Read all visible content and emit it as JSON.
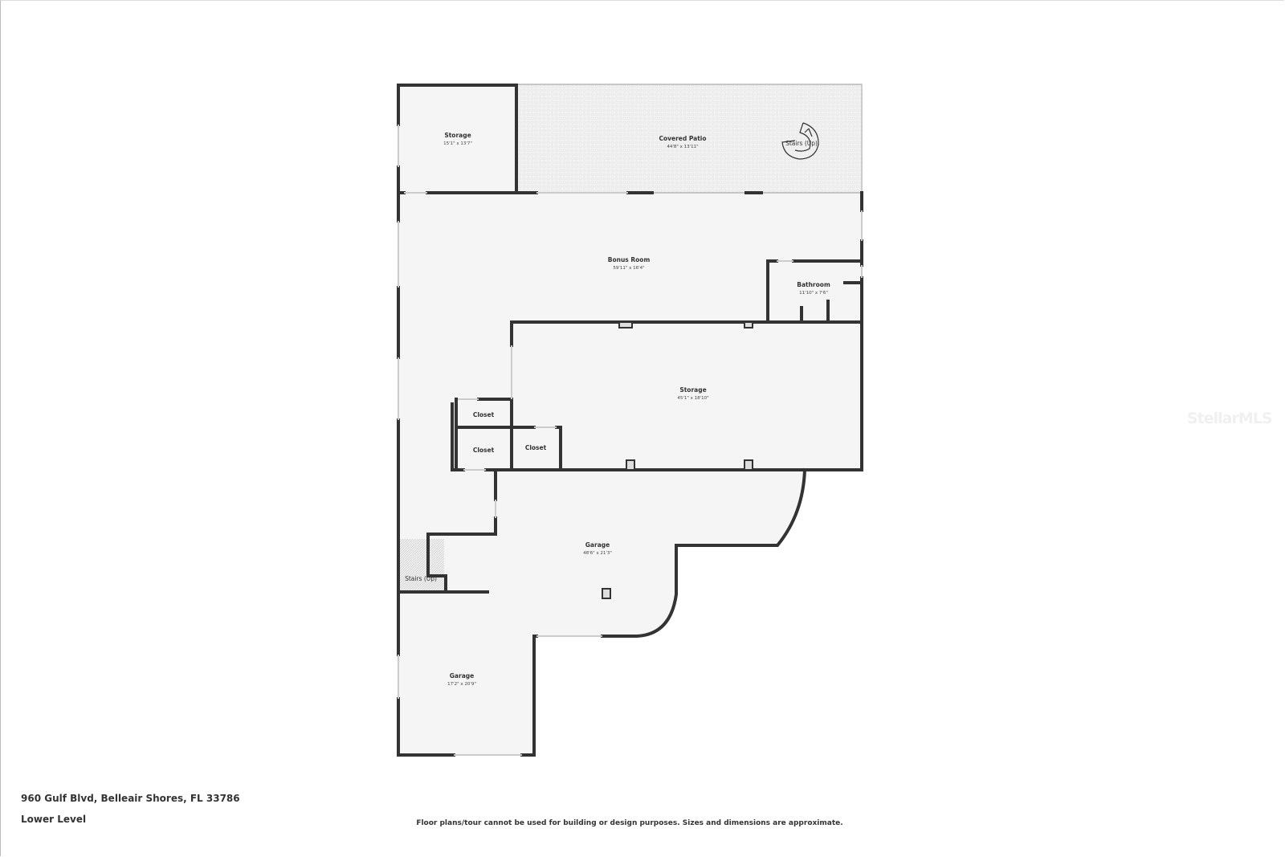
{
  "rooms": {
    "storage_top": {
      "name": "Storage",
      "dims": "15'1\" x 13'7\""
    },
    "covered_patio": {
      "name": "Covered Patio",
      "dims": "44'8\" x 13'11\""
    },
    "patio_stairs": {
      "name": "Stairs (Up)"
    },
    "bonus_room": {
      "name": "Bonus Room",
      "dims": "59'11\" x 16'4\""
    },
    "bathroom": {
      "name": "Bathroom",
      "dims": "11'10\" x 7'6\""
    },
    "storage_main": {
      "name": "Storage",
      "dims": "45'1\" x 18'10\""
    },
    "closet_1": {
      "name": "Closet"
    },
    "closet_2": {
      "name": "Closet"
    },
    "closet_3": {
      "name": "Closet"
    },
    "garage_main": {
      "name": "Garage",
      "dims": "48'6\" x 21'3\""
    },
    "garage_small": {
      "name": "Garage",
      "dims": "17'2\" x 20'9\""
    },
    "garage_stairs": {
      "name": "Stairs (Up)"
    }
  },
  "footer": {
    "address": "960 Gulf Blvd, Belleair Shores, FL 33786",
    "level": "Lower Level",
    "disclaimer": "Floor plans/tour cannot be used for building or design purposes. Sizes and dimensions are approximate."
  },
  "watermark": "StellarMLS",
  "colors": {
    "wall": "#333333",
    "floor": "#f5f5f5",
    "patio": "#efefef"
  }
}
